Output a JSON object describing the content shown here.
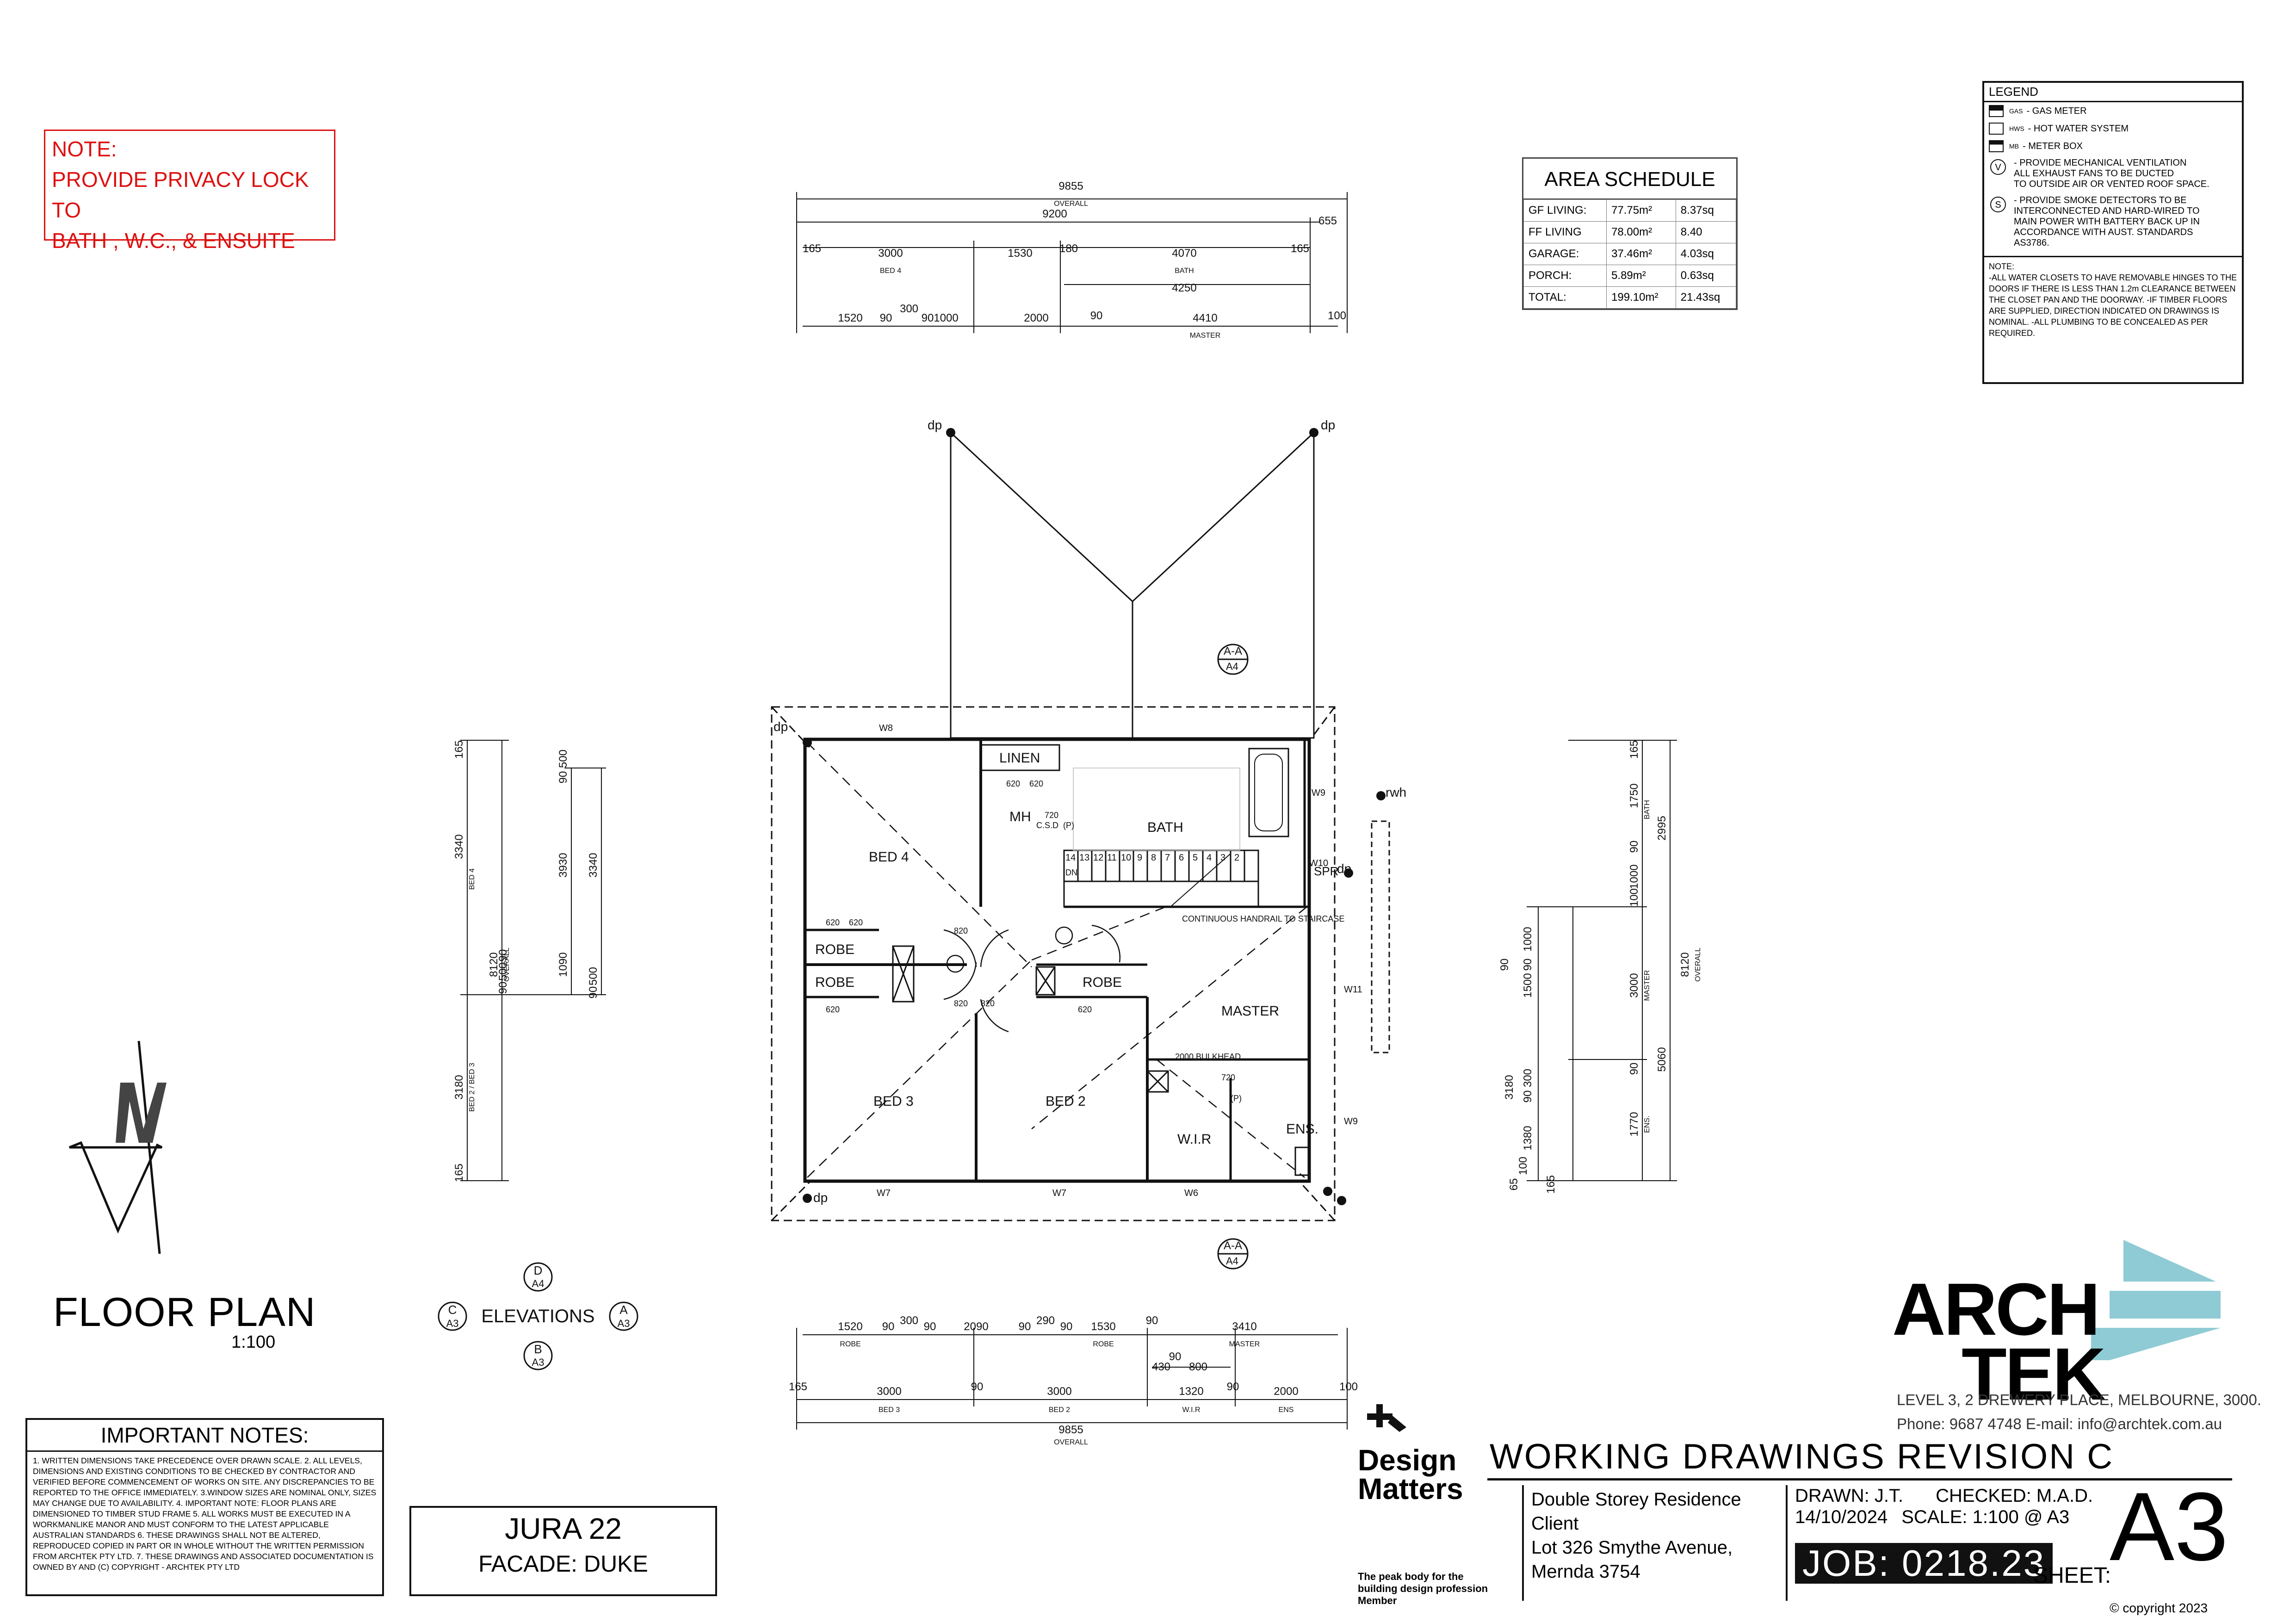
{
  "note": {
    "title": "NOTE:",
    "line1": "PROVIDE PRIVACY LOCK TO",
    "line2": "BATH , W.C., & ENSUITE"
  },
  "area_schedule": {
    "title": "AREA SCHEDULE",
    "rows": [
      [
        "GF LIVING:",
        "77.75m²",
        "8.37sq"
      ],
      [
        "FF LIVING",
        "78.00m²",
        "8.40"
      ],
      [
        "GARAGE:",
        "37.46m²",
        "4.03sq"
      ],
      [
        "PORCH:",
        "5.89m²",
        "0.63sq"
      ],
      [
        "TOTAL:",
        "199.10m²",
        "21.43sq"
      ]
    ]
  },
  "legend": {
    "title": "LEGEND",
    "items": [
      {
        "code": "GAS",
        "text": "- GAS METER"
      },
      {
        "code": "HWS",
        "text": "- HOT WATER SYSTEM"
      },
      {
        "code": "MB",
        "text": "- METER BOX"
      },
      {
        "code": "V",
        "text": "- PROVIDE MECHANICAL VENTILATION\nALL EXHAUST FANS TO BE DUCTED\nTO OUTSIDE AIR OR VENTED ROOF SPACE."
      },
      {
        "code": "S",
        "text": "- PROVIDE SMOKE DETECTORS TO BE\nINTERCONNECTED AND HARD-WIRED TO\nMAIN POWER WITH BATTERY BACK UP IN\nACCORDANCE WITH AUST. STANDARDS\nAS3786."
      }
    ],
    "notes_title": "NOTE:",
    "notes": "-ALL WATER CLOSETS TO HAVE REMOVABLE HINGES TO THE DOORS IF THERE IS LESS THAN 1.2m CLEARANCE BETWEEN THE CLOSET PAN AND THE DOORWAY. -IF TIMBER FLOORS ARE SUPPLIED, DIRECTION INDICATED ON DRAWINGS IS NOMINAL. -ALL PLUMBING TO BE CONCEALED AS PER REQUIRED."
  },
  "plan": {
    "title": "FLOOR PLAN",
    "scale": "1:100",
    "rooms": {
      "bed4": "BED 4",
      "bed3": "BED 3",
      "bed2": "BED 2",
      "master": "MASTER",
      "bath": "BATH",
      "linen": "LINEN",
      "mh": "MH",
      "csd": "C.S.D",
      "wir": "W.I.R",
      "ens": "ENS.",
      "robe": "ROBE",
      "handrail": "CONTINUOUS\nHANDRAIL TO\nSTAIRCASE",
      "bulkhead": "2000\nBULKHEAD"
    },
    "windows": [
      "W8",
      "W9",
      "W10",
      "W11",
      "W9",
      "W7",
      "W7",
      "W6"
    ],
    "labels": {
      "dp": "dp",
      "rwh": "rwh",
      "spr": "SPR",
      "dn": "DN",
      "section_top": "A-A",
      "section_ref": "A4"
    },
    "top_dims": {
      "overall": "9855",
      "overall_lbl": "OVERALL",
      "row2": "9200",
      "row2b": "655",
      "row3": [
        "165",
        "3000",
        "1530",
        "180",
        "4070",
        "165"
      ],
      "row3_lbl": [
        "BED 4",
        "BATH"
      ],
      "row3b": "4250",
      "row4": [
        "1520",
        "90",
        "300",
        "90",
        "1000",
        "2000",
        "90",
        "4410",
        "100"
      ],
      "row4_lbl": "MASTER"
    },
    "bottom_dims": {
      "row1": [
        "1520",
        "90",
        "300",
        "90",
        "2090",
        "90",
        "290",
        "90",
        "1530",
        "90",
        "3410"
      ],
      "row1_lbl": [
        "ROBE",
        "ROBE",
        "MASTER"
      ],
      "row2": [
        "90",
        "430",
        "800"
      ],
      "row3": [
        "165",
        "3000",
        "90",
        "3000",
        "1320",
        "90",
        "2000",
        "100"
      ],
      "row3_lbl": [
        "BED 3",
        "BED 2",
        "W.I.R",
        "ENS"
      ],
      "overall": "9855",
      "overall_lbl": "OVERALL"
    },
    "left_dims": {
      "a": [
        "165",
        "3340",
        "3180",
        "165"
      ],
      "b": [
        "8120",
        "OVERALL"
      ],
      "c": [
        "90",
        "500",
        "3930",
        "1090",
        "90",
        "500",
        "90"
      ],
      "d": [
        "3340",
        "500",
        "90"
      ],
      "lbl": [
        "BED 4",
        "BED 2 / BED 3"
      ]
    },
    "right_dims": {
      "a": [
        "165",
        "1750",
        "90",
        "1000",
        "100",
        "3000",
        "90",
        "1770",
        "100",
        "65"
      ],
      "b": [
        "2995",
        "5060",
        "8120",
        "OVERALL"
      ],
      "c": [
        "1000",
        "90",
        "90",
        "1500",
        "3180",
        "90",
        "300",
        "1380",
        "165"
      ],
      "lbl": [
        "BATH",
        "MASTER",
        "ENS."
      ]
    },
    "stair_numbers": [
      "14",
      "13",
      "12",
      "11",
      "10",
      "9",
      "8",
      "7",
      "6",
      "5",
      "4",
      "3",
      "2"
    ],
    "door_widths": [
      "620",
      "620",
      "720",
      "820",
      "820",
      "820",
      "620",
      "620",
      "620",
      "620",
      "720"
    ],
    "fixture_labels": [
      "(P)",
      "(P)"
    ]
  },
  "elevations": {
    "label": "ELEVATIONS",
    "tags": [
      {
        "letter": "D",
        "ref": "A4"
      },
      {
        "letter": "C",
        "ref": "A3"
      },
      {
        "letter": "A",
        "ref": "A3"
      },
      {
        "letter": "B",
        "ref": "A3"
      }
    ]
  },
  "important": {
    "title": "IMPORTANT NOTES:",
    "text": "1. WRITTEN DIMENSIONS TAKE PRECEDENCE OVER DRAWN SCALE. 2. ALL LEVELS, DIMENSIONS AND EXISTING CONDITIONS TO BE CHECKED BY CONTRACTOR AND VERIFIED BEFORE COMMENCEMENT OF WORKS ON SITE. ANY DISCREPANCIES TO BE REPORTED TO THE OFFICE IMMEDIATELY. 3.WINDOW SIZES ARE NOMINAL ONLY, SIZES MAY CHANGE DUE TO AVAILABILITY. 4. IMPORTANT NOTE: FLOOR PLANS ARE DIMENSIONED TO TIMBER STUD FRAME 5. ALL WORKS MUST BE EXECUTED IN A WORKMANLIKE MANOR AND MUST CONFORM TO THE LATEST APPLICABLE AUSTRALIAN STANDARDS 6. THESE DRAWINGS SHALL NOT BE ALTERED, REPRODUCED COPIED IN PART OR IN WHOLE WITHOUT THE WRITTEN PERMISSION FROM ARCHTEK PTY LTD. 7. THESE DRAWINGS AND ASSOCIATED DOCUMENTATION IS OWNED BY AND (C) COPYRIGHT - ARCHTEK PTY LTD"
  },
  "jura": {
    "name": "JURA 22",
    "facade": "FACADE: DUKE"
  },
  "design_matters": {
    "line1": "Design",
    "line2": "Matters",
    "tag": "The peak body for the building design profession",
    "member": "Member"
  },
  "archtek": {
    "line1": "ARCH",
    "line2": "TEK",
    "address": "LEVEL 3, 2 DREWERY PLACE, MELBOURNE, 3000.",
    "contact": "Phone: 9687 4748 E-mail: info@archtek.com.au",
    "accent": "#8fcbd4"
  },
  "titleblock": {
    "title": "WORKING DRAWINGS REVISION C",
    "project": "Double Storey Residence\nClient\nLot 326 Smythe Avenue,\nMernda 3754",
    "drawn": "DRAWN:  J.T.",
    "checked": "CHECKED: M.A.D.",
    "date": "14/10/2024",
    "scale": "SCALE:  1:100 @ A3",
    "job": "JOB:  0218.23",
    "sheet_lbl": "SHEET:",
    "sheet": "A3",
    "copyright": "© copyright 2023"
  }
}
